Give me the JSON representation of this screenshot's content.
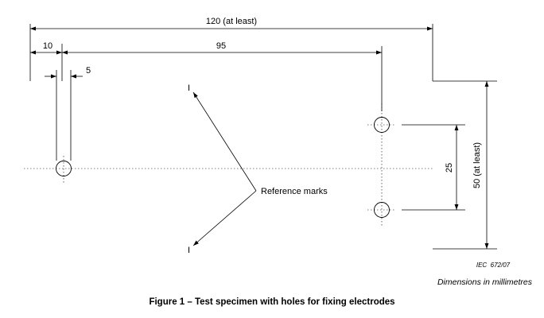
{
  "figure": {
    "dimensions": {
      "overall_length": "120 (at least)",
      "hole_offset": "10",
      "hole_spacing_horizontal": "95",
      "hole_diameter": "5",
      "hole_spacing_vertical": "25",
      "overall_width": "50 (at least)"
    },
    "reference_marks_label": "Reference marks",
    "reference_tick": "I",
    "iec_code": "IEC  672/07",
    "units_note": "Dimensions in millimetres",
    "caption": "Figure 1 – Test specimen with holes for fixing electrodes"
  }
}
